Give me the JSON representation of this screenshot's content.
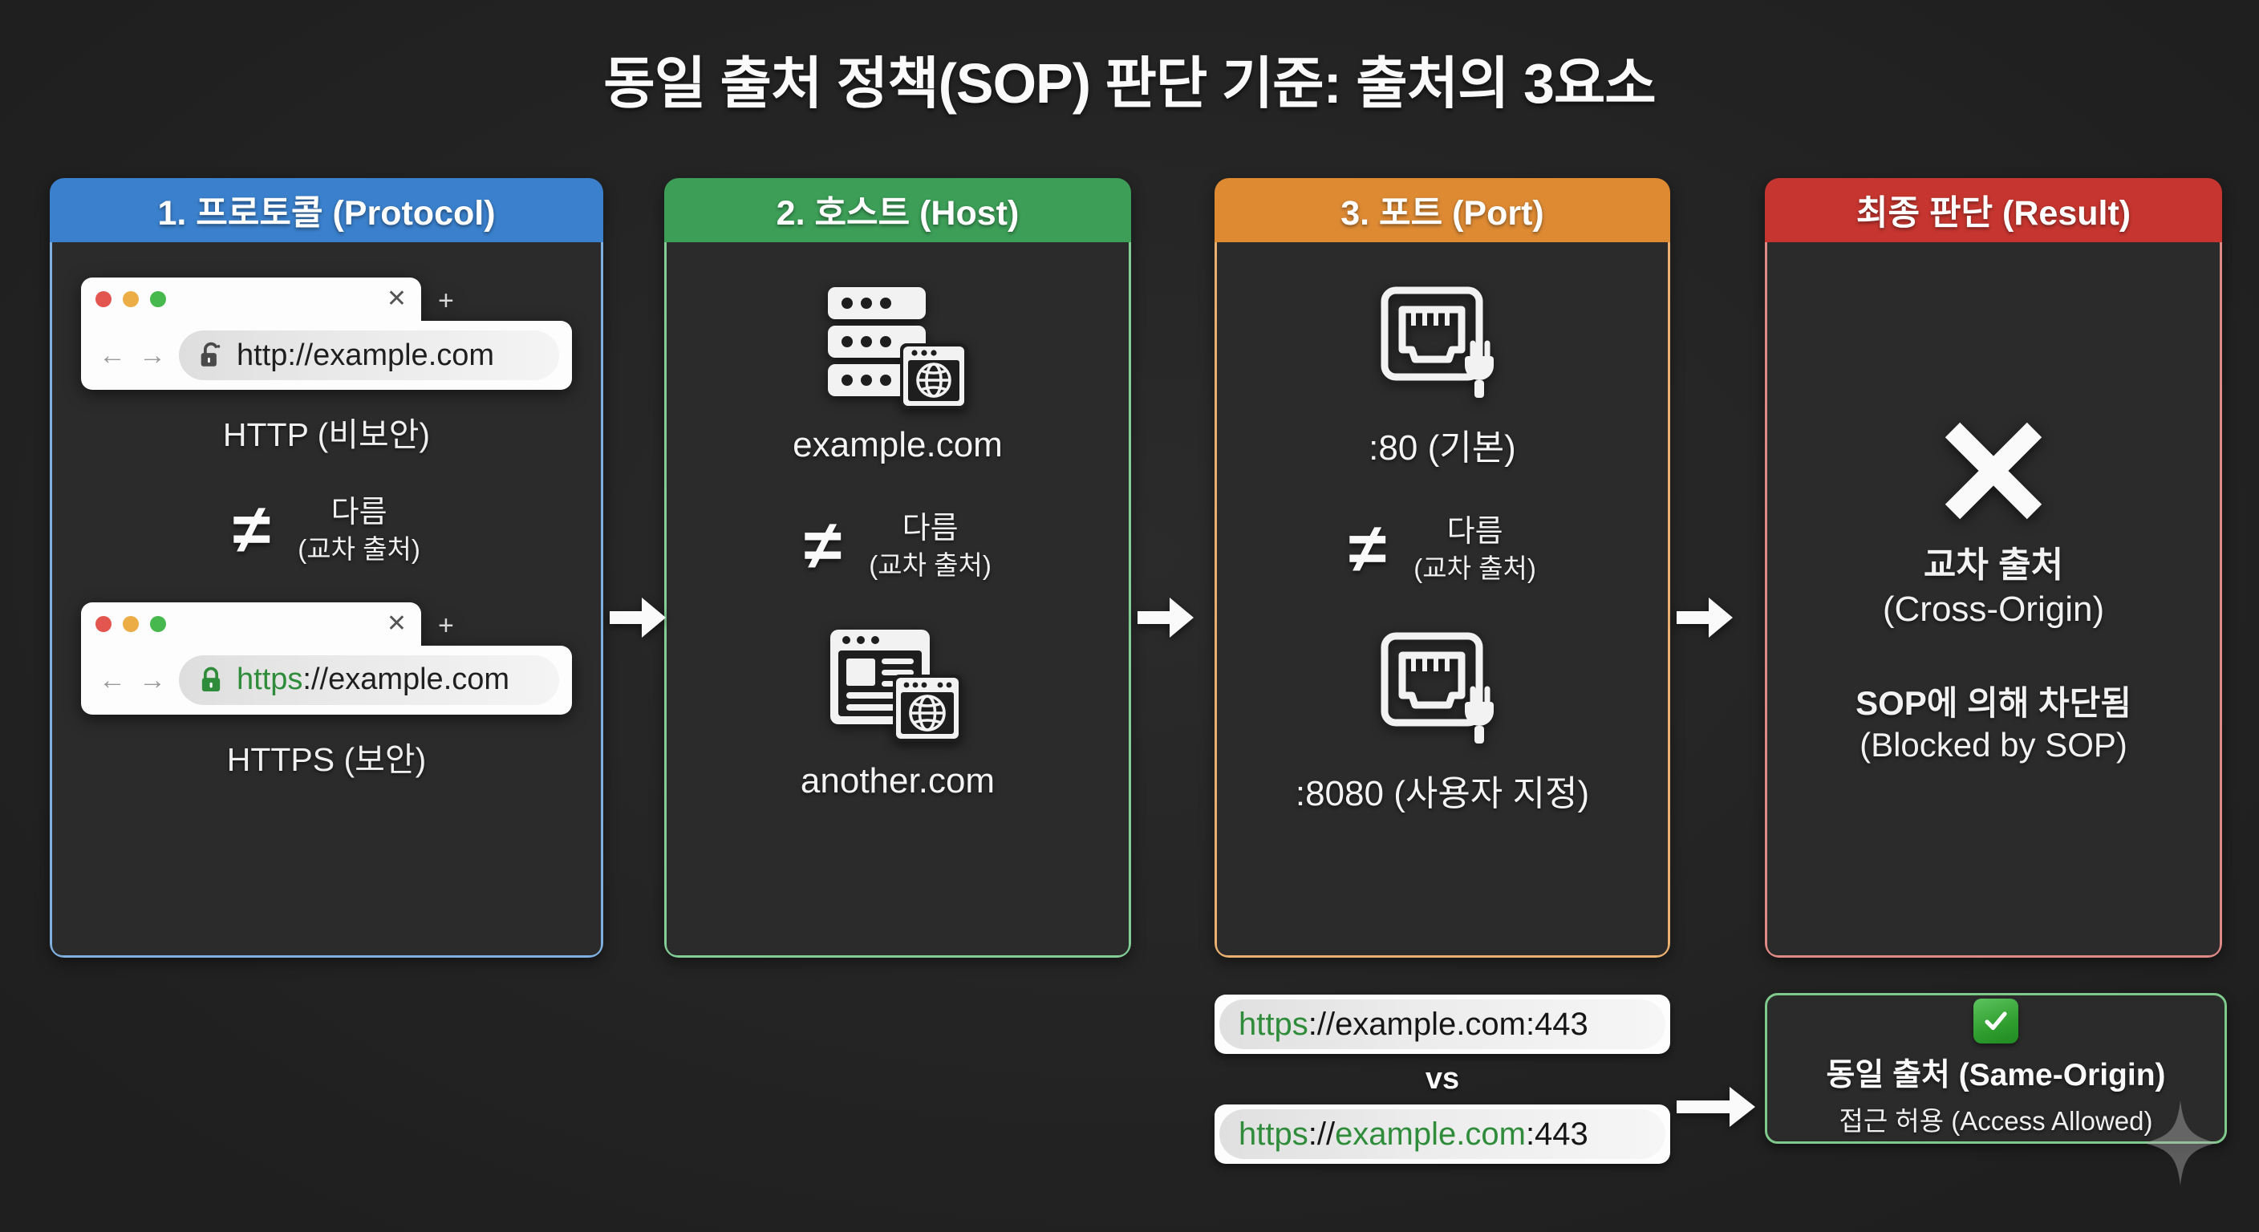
{
  "page": {
    "title": "동일 출처 정책(SOP) 판단 기준: 출처의 3요소",
    "background_color": "#262626"
  },
  "columns": [
    {
      "id": "protocol",
      "header": "1. 프로토콜 (Protocol)",
      "accent_color": "#3a80cc",
      "border_color": "#7fb0e0",
      "top_item": {
        "url_scheme": "http",
        "url_rest": "://example.com",
        "lock_icon": "unlocked-lock-icon",
        "secure": false,
        "caption": "HTTP (비보안)"
      },
      "compare": {
        "sign": "≠",
        "line1": "다름",
        "line2": "(교차 출처)"
      },
      "bottom_item": {
        "url_scheme": "https",
        "url_rest": "://example.com",
        "lock_icon": "locked-lock-icon",
        "secure": true,
        "caption": "HTTPS (보안)"
      }
    },
    {
      "id": "host",
      "header": "2. 호스트 (Host)",
      "accent_color": "#3c9e57",
      "border_color": "#83ce96",
      "top_item": {
        "icon": "server-stack-with-globe-icon",
        "caption": "example.com"
      },
      "compare": {
        "sign": "≠",
        "line1": "다름",
        "line2": "(교차 출처)"
      },
      "bottom_item": {
        "icon": "webpage-window-with-globe-icon",
        "caption": "another.com"
      }
    },
    {
      "id": "port",
      "header": "3. 포트 (Port)",
      "accent_color": "#dd8a33",
      "border_color": "#e9b06f",
      "top_item": {
        "icon": "ethernet-port-plug-icon",
        "caption": ":80 (기본)"
      },
      "compare": {
        "sign": "≠",
        "line1": "다름",
        "line2": "(교차 출처)"
      },
      "bottom_item": {
        "icon": "ethernet-port-plug-icon",
        "caption": ":8080 (사용자 지정)"
      }
    },
    {
      "id": "result",
      "header": "최종 판단 (Result)",
      "accent_color": "#c6352f",
      "border_color": "#e08a86",
      "verdict_icon": "cross-mark-icon",
      "verdict_ko": "교차 출처",
      "verdict_en": "(Cross-Origin)",
      "detail_ko": "SOP에 의해 차단됨",
      "detail_en": "(Blocked by SOP)"
    }
  ],
  "flow_arrows": [
    {
      "name": "arrow-protocol-to-host"
    },
    {
      "name": "arrow-host-to-port"
    },
    {
      "name": "arrow-port-to-result"
    },
    {
      "name": "arrow-compare-to-same-origin"
    }
  ],
  "comparison": {
    "pill_top": {
      "scheme": "https",
      "separator": "://",
      "host": "example.com",
      "port": ":443",
      "host_green": false
    },
    "vs_label": "vs",
    "pill_bottom": {
      "scheme": "https",
      "separator": "://",
      "host": "example.com",
      "port": ":443",
      "host_green": true
    }
  },
  "same_origin": {
    "badge_icon": "green-check-mark-icon",
    "line1": "동일 출처 (Same-Origin)",
    "line2": "접근 허용 (Access Allowed)",
    "border_color": "#7fc98b"
  },
  "watermark": {
    "icon": "four-point-star-sparkle-icon"
  }
}
